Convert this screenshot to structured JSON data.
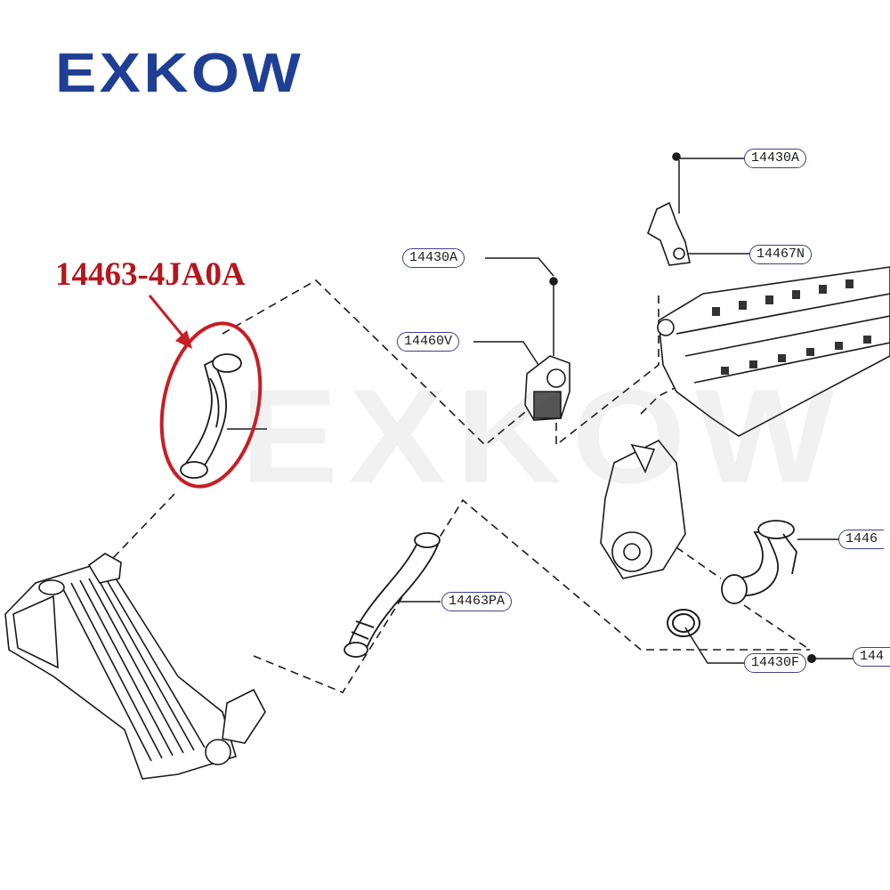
{
  "brand": {
    "name": "EXKOW",
    "color": "#1f3f94"
  },
  "watermark": {
    "text": "EXKOW"
  },
  "highlight": {
    "part_number": "14463-4JA0A",
    "color": "#b5161c"
  },
  "callouts": {
    "c1": "14430A",
    "c2": "14467N",
    "c3": "14430A",
    "c4": "14460V",
    "c5": "14463PA",
    "c6": "1446",
    "c7": "14430F",
    "c8": "144"
  },
  "colors": {
    "tag_border": "#3b3f8c",
    "line": "#1a1a1a"
  }
}
